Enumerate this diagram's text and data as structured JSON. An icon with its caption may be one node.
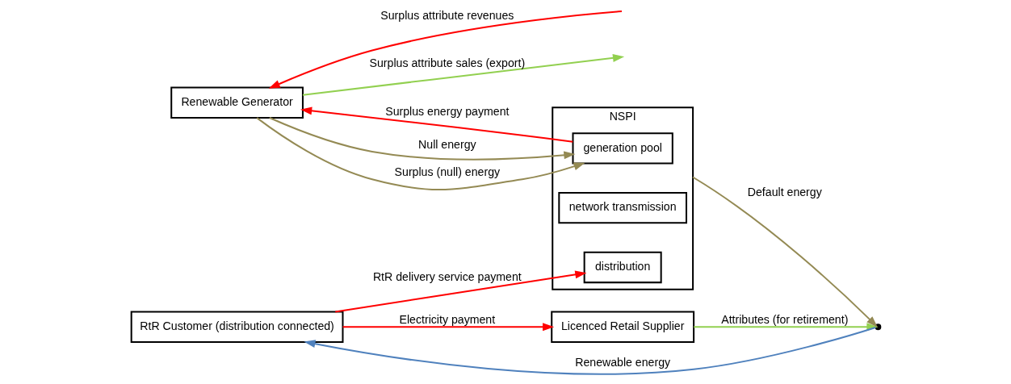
{
  "diagram": {
    "nodes": [
      {
        "text": [
          "Renewable Generator"
        ]
      },
      {
        "text": [
          "Licenced Retail Supplier"
        ]
      },
      {
        "text": [
          "RtR Customer (distribution connected)"
        ]
      },
      {
        "text": [
          "NSPI"
        ]
      },
      {
        "text": [
          "generation pool"
        ],
        "in": 3
      },
      {
        "text": [
          "network transmission"
        ],
        "in": 3
      },
      {
        "text": [
          "distribution"
        ],
        "in": 3
      },
      {
        "text": [],
        "shape": "point"
      }
    ],
    "edges": [
      {
        "from": 2,
        "to": 1,
        "arrow": "to",
        "label": "Electricity payment",
        "color": "#ff0000"
      },
      {
        "from": 1,
        "to": 7,
        "arrow": "to",
        "label": "Attributes (for retirement)",
        "color": "#92d050"
      },
      {
        "from": 7,
        "to": 2,
        "arrow": "to",
        "label": "Renewable energy",
        "color": "#4f81bd"
      },
      {
        "from": 3,
        "to": 7,
        "arrow": "to",
        "label": "Default energy",
        "color": "#948a54"
      },
      {
        "from": 0,
        "to": 4,
        "arrow": "to",
        "label": "Null energy",
        "color": "#948a54"
      },
      {
        "from": 4,
        "to": 0,
        "arrow": "to",
        "label": "Surplus energy payment",
        "color": "#ff0000"
      },
      {
        "from": 0,
        "to": 4,
        "arrow": "to",
        "label": "Surplus (null) energy",
        "color": "#948a54"
      },
      {
        "from": 2,
        "to": 6,
        "arrow": "to",
        "label": "RtR delivery service payment",
        "color": "#ff0000"
      },
      {
        "from": null,
        "to": 0,
        "arrow": "to",
        "label": "Surplus attribute revenues",
        "color": "#ff0000"
      },
      {
        "from": 0,
        "to": null,
        "arrow": "to",
        "label": "Surplus attribute sales (export)",
        "color": "#92d050"
      }
    ]
  }
}
